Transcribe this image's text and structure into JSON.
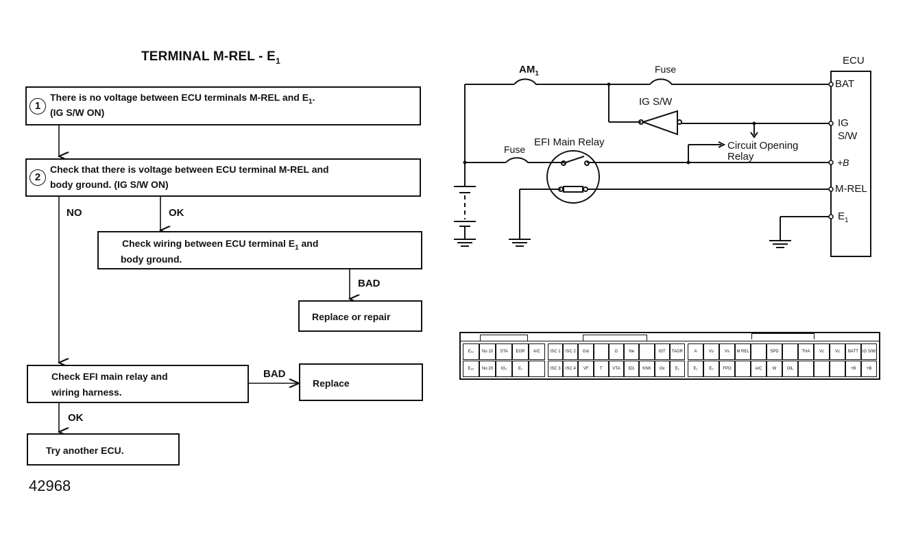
{
  "title": "TERMINAL M-REL - E",
  "title_sub": "1",
  "flow": {
    "step1": {
      "marker": "1",
      "line1": "There is no voltage between ECU terminals M-REL and E",
      "line1_sub": "1",
      "line1_end": ".",
      "line2": "(IG S/W ON)"
    },
    "step2": {
      "marker": "2",
      "line1": "Check that there is voltage between ECU terminal M-REL and",
      "line2": "body ground. (IG S/W ON)"
    },
    "label_no": "NO",
    "label_ok1": "OK",
    "check_wiring": {
      "line1": "Check wiring between ECU terminal E",
      "line1_sub": "1",
      "line1_end": " and",
      "line2": "body ground."
    },
    "label_bad1": "BAD",
    "replace_repair": "Replace or repair",
    "check_relay": {
      "line1": "Check EFI main relay and",
      "line2": "wiring harness."
    },
    "label_bad2": "BAD",
    "replace": "Replace",
    "label_ok2": "OK",
    "try_ecu": "Try another ECU."
  },
  "figure_number": "42968",
  "circuit": {
    "ecu_label": "ECU",
    "am1": "AM",
    "am1_sub": "1",
    "fuse_top": "Fuse",
    "ig_sw": "IG S/W",
    "fuse_mid": "Fuse",
    "efi_main_relay": "EFI Main Relay",
    "circuit_opening_relay_1": "Circuit Opening",
    "circuit_opening_relay_2": "Relay",
    "terminals": {
      "bat": "BAT",
      "ig_1": "IG",
      "ig_2": "S/W",
      "plus_b": "+B",
      "m_rel": "M-REL",
      "e1": "E",
      "e1_sub": "1"
    }
  },
  "connector": {
    "row_top": [
      "E₀₁",
      "No 10",
      "STA",
      "EGR",
      "A/C",
      "ISC 1",
      "ISC 2",
      "G⊖",
      "",
      "G",
      "Ne",
      "",
      "IGT",
      "TAGR",
      "A",
      "Vs",
      "Vs",
      "M REL",
      "",
      "SPD",
      "",
      "THA",
      "Vc",
      "Vc",
      "BATT",
      "IG S/W"
    ],
    "row_bottom": [
      "E₀₂",
      "No 20",
      "IG₁",
      "E₁",
      "",
      "ISC 3",
      "ISC 4",
      "VF",
      "T",
      "VTA",
      "IDL",
      "KNK",
      "Ox",
      "E₁",
      "E₁",
      "E₂",
      "FPO",
      "",
      "A/C",
      "W",
      "OIL",
      "",
      "",
      "",
      "+B",
      "+B"
    ]
  }
}
